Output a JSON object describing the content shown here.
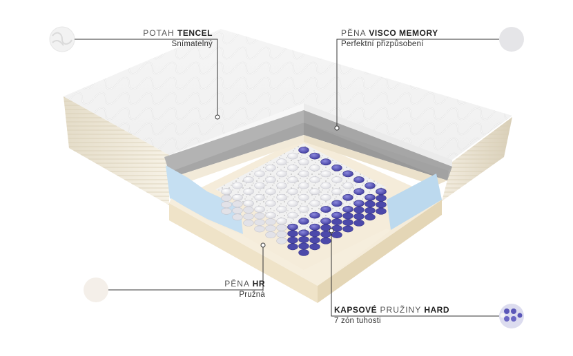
{
  "callouts": {
    "cover": {
      "prefix": "POTAH",
      "bold": "TENCEL",
      "suffix": "",
      "sub": "Snímatelný"
    },
    "visco": {
      "prefix": "PĚNA",
      "bold": "VISCO MEMORY",
      "suffix": "",
      "sub": "Perfektní přizpůsobení"
    },
    "hr": {
      "prefix": "PĚNA",
      "bold": "HR",
      "suffix": "",
      "sub": "Pružná"
    },
    "springs": {
      "bold": "KAPSOVÉ",
      "prefix": "PRUŽINY",
      "bold2": "HARD",
      "sub": "7 zón tuhosti"
    }
  },
  "colors": {
    "cover": "#f4f4f4",
    "visco": "#a9a9a9",
    "hr": "#f3ead9",
    "blue_foam": "#c3def1",
    "spring_purple": "#5a57b8",
    "spring_white": "#f7f7f7",
    "leader": "#333333"
  }
}
